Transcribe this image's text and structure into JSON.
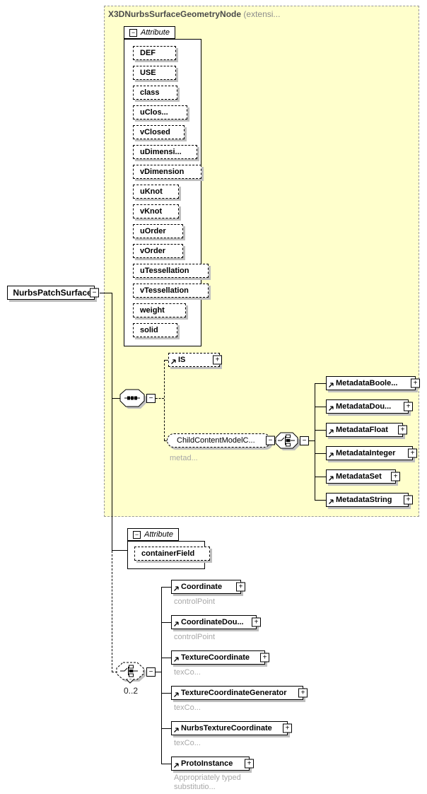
{
  "icons": {
    "collapse": "−",
    "expand": "+"
  },
  "container": {
    "title": "X3DNurbsSurfaceGeometryNode",
    "suffix": "(extensi..."
  },
  "root": {
    "label": "NurbsPatchSurface"
  },
  "attr_group1": {
    "header": "Attribute",
    "items": [
      {
        "label": "DEF"
      },
      {
        "label": "USE"
      },
      {
        "label": "class"
      },
      {
        "label": "uClos..."
      },
      {
        "label": "vClosed"
      },
      {
        "label": "uDimensi..."
      },
      {
        "label": "vDimension"
      },
      {
        "label": "uKnot"
      },
      {
        "label": "vKnot"
      },
      {
        "label": "uOrder"
      },
      {
        "label": "vOrder"
      },
      {
        "label": "uTessellation"
      },
      {
        "label": "vTessellation"
      },
      {
        "label": "weight"
      },
      {
        "label": "solid"
      }
    ]
  },
  "is_element": {
    "label": "IS"
  },
  "child_content": {
    "label": "ChildContentModelC...",
    "annotation": "metad..."
  },
  "metadata_items": [
    {
      "label": "MetadataBoole..."
    },
    {
      "label": "MetadataDou..."
    },
    {
      "label": "MetadataFloat"
    },
    {
      "label": "MetadataInteger"
    },
    {
      "label": "MetadataSet"
    },
    {
      "label": "MetadataString"
    }
  ],
  "attr_group2": {
    "header": "Attribute",
    "items": [
      {
        "label": "containerField"
      }
    ]
  },
  "choice": {
    "cardinality": "0..2"
  },
  "children_items": [
    {
      "label": "Coordinate",
      "annotation": "controlPoint"
    },
    {
      "label": "CoordinateDou...",
      "annotation": "controlPoint"
    },
    {
      "label": "TextureCoordinate",
      "annotation": "texCo..."
    },
    {
      "label": "TextureCoordinateGenerator",
      "annotation": "texCo..."
    },
    {
      "label": "NurbsTextureCoordinate",
      "annotation": "texCo..."
    },
    {
      "label": "ProtoInstance",
      "annotation": "Appropriately typed substitutio..."
    }
  ],
  "colors": {
    "container_fill": "#ffffcc",
    "annotation_text": "#a8a8a8",
    "shadow": "#bfbfbf"
  }
}
